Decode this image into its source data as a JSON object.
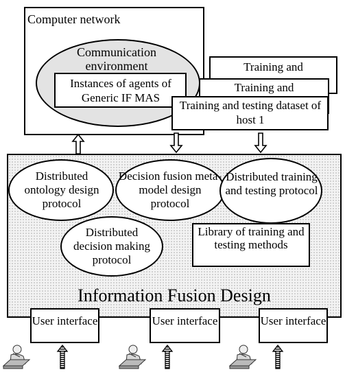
{
  "network": {
    "title": "Computer network",
    "comm_env": "Communication environment",
    "agents": "Instances of agents of Generic IF MAS"
  },
  "datasets": {
    "back2": "Training and",
    "back1": "Training and",
    "front": "Training and testing dataset of host 1"
  },
  "design": {
    "title": "Information Fusion Design",
    "protocols": [
      "Distributed ontology design protocol",
      "Decision fusion meta-model design protocol",
      "Distributed training and testing protocol",
      "Distributed decision making protocol"
    ],
    "library": "Library of training and testing methods"
  },
  "user_interfaces": [
    "User interface",
    "User interface",
    "User interface"
  ],
  "icons": [
    "hollow-down-arrow-icon",
    "hollow-up-arrow-icon",
    "striped-up-arrow-icon",
    "user-at-computer-icon"
  ]
}
